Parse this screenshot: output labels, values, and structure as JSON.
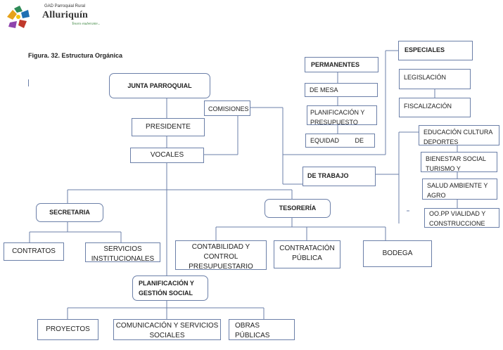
{
  "header": {
    "org_small": "GAD Parroquial Rural",
    "org_name": "Alluriquín",
    "tagline": "Tesoro exuberante..."
  },
  "figure_caption": "Figura. 32. Estructura Orgánica",
  "nodes": {
    "junta": "JUNTA PARROQUIAL",
    "comisiones": "COMISIONES",
    "presidente": "PRESIDENTE",
    "vocales": "VOCALES",
    "permanentes": "PERMANENTES",
    "de_mesa": "DE MESA",
    "planificacion_presupuesto": "PLANIFICACIÓN Y PRESUPUESTO",
    "equidad": "EQUIDAD         DE",
    "especiales": "ESPECIALES",
    "legislacion": "LEGISLACIÓN",
    "fiscalizacion": "FISCALIZACIÓN",
    "de_trabajo": "DE TRABAJO",
    "educacion": "EDUCACIÓN CULTURA DEPORTES",
    "bienestar": "BIENESTAR SOCIAL TURISMO         Y",
    "salud": "SALUD AMBIENTE Y AGRO",
    "oopp": "OO.PP  VIALIDAD  Y CONSTRUCCIONE",
    "secretaria": "SECRETARIA",
    "tesoreria": "TESORERÍA",
    "contratos": "CONTRATOS",
    "servicios": "SERVICIOS INSTITUCIONALES",
    "contabilidad": "CONTABILIDAD Y CONTROL PRESUPUESTARIO",
    "contratacion": "CONTRATACIÓN PÚBLICA",
    "bodega": "BODEGA",
    "planificacion_gestion": "PLANIFICACIÓN     Y GESTIÓN SOCIAL",
    "proyectos": "PROYECTOS",
    "comunicacion": "COMUNICACIÓN Y SERVICIOS SOCIALES",
    "obras": "OBRAS PÚBLICAS"
  },
  "colors": {
    "line": "#6b7fa8",
    "border": "#6b7fa8",
    "brand_green": "#2e7d32"
  }
}
